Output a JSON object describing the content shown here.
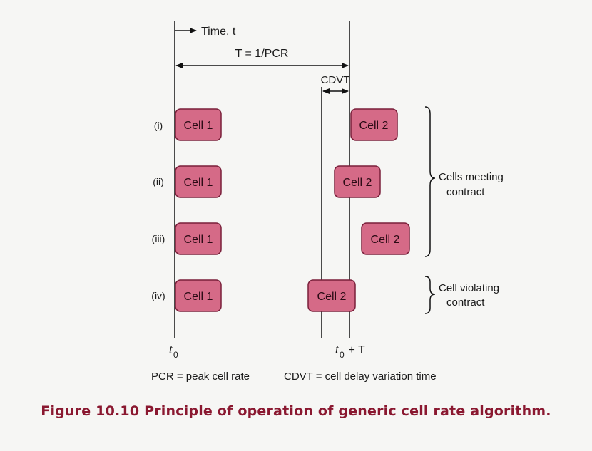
{
  "time_label": "Time, t",
  "period_label": "T = 1/PCR",
  "cdvt_label": "CDVT",
  "rows": [
    {
      "id": "(i)",
      "cell_a": "Cell 1",
      "cell_b": "Cell 2"
    },
    {
      "id": "(ii)",
      "cell_a": "Cell 1",
      "cell_b": "Cell 2"
    },
    {
      "id": "(iii)",
      "cell_a": "Cell 1",
      "cell_b": "Cell 2"
    },
    {
      "id": "(iv)",
      "cell_a": "Cell 1",
      "cell_b": "Cell 2"
    }
  ],
  "groups": {
    "meeting": [
      "Cells meeting",
      "contract"
    ],
    "violating": [
      "Cell violating",
      "contract"
    ]
  },
  "axis": {
    "t0": "t",
    "t0_sub": "0",
    "t0T_pre": "t",
    "t0T_sub": "0",
    "t0T_post": " + T"
  },
  "legend": {
    "pcr": "PCR = peak cell rate",
    "cdvt": "CDVT = cell delay variation time"
  },
  "caption": "Figure 10.10  Principle of operation of generic cell rate algorithm.",
  "colors": {
    "cell_fill": "#d56a87",
    "cell_border": "#7a1f3a",
    "caption": "#8a1830"
  }
}
